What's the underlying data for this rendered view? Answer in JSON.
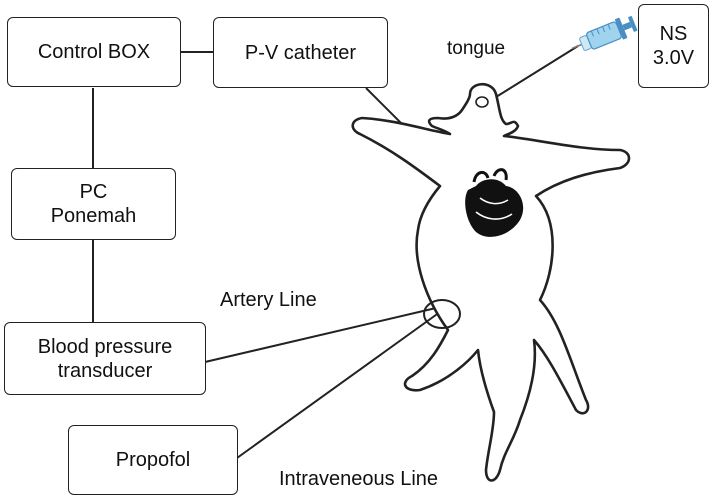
{
  "boxes": {
    "control_box": "Control BOX",
    "pv_catheter": "P-V catheter",
    "pc_line1": "PC",
    "pc_line2": "Ponemah",
    "bp_line1": "Blood pressure",
    "bp_line2": "transducer",
    "propofol": "Propofol",
    "ns_line1": "NS",
    "ns_line2": "3.0V"
  },
  "labels": {
    "tongue": "tongue",
    "artery_line": "Artery Line",
    "intravenous_line": "Intraveneous Line"
  },
  "colors": {
    "line": "#222222",
    "syringe_barrel": "#9fd3ee",
    "syringe_plunger": "#4a8fc4",
    "heart": "#111111"
  },
  "icons": [
    "syringe-icon",
    "rat-body-illustration",
    "heart-icon"
  ]
}
